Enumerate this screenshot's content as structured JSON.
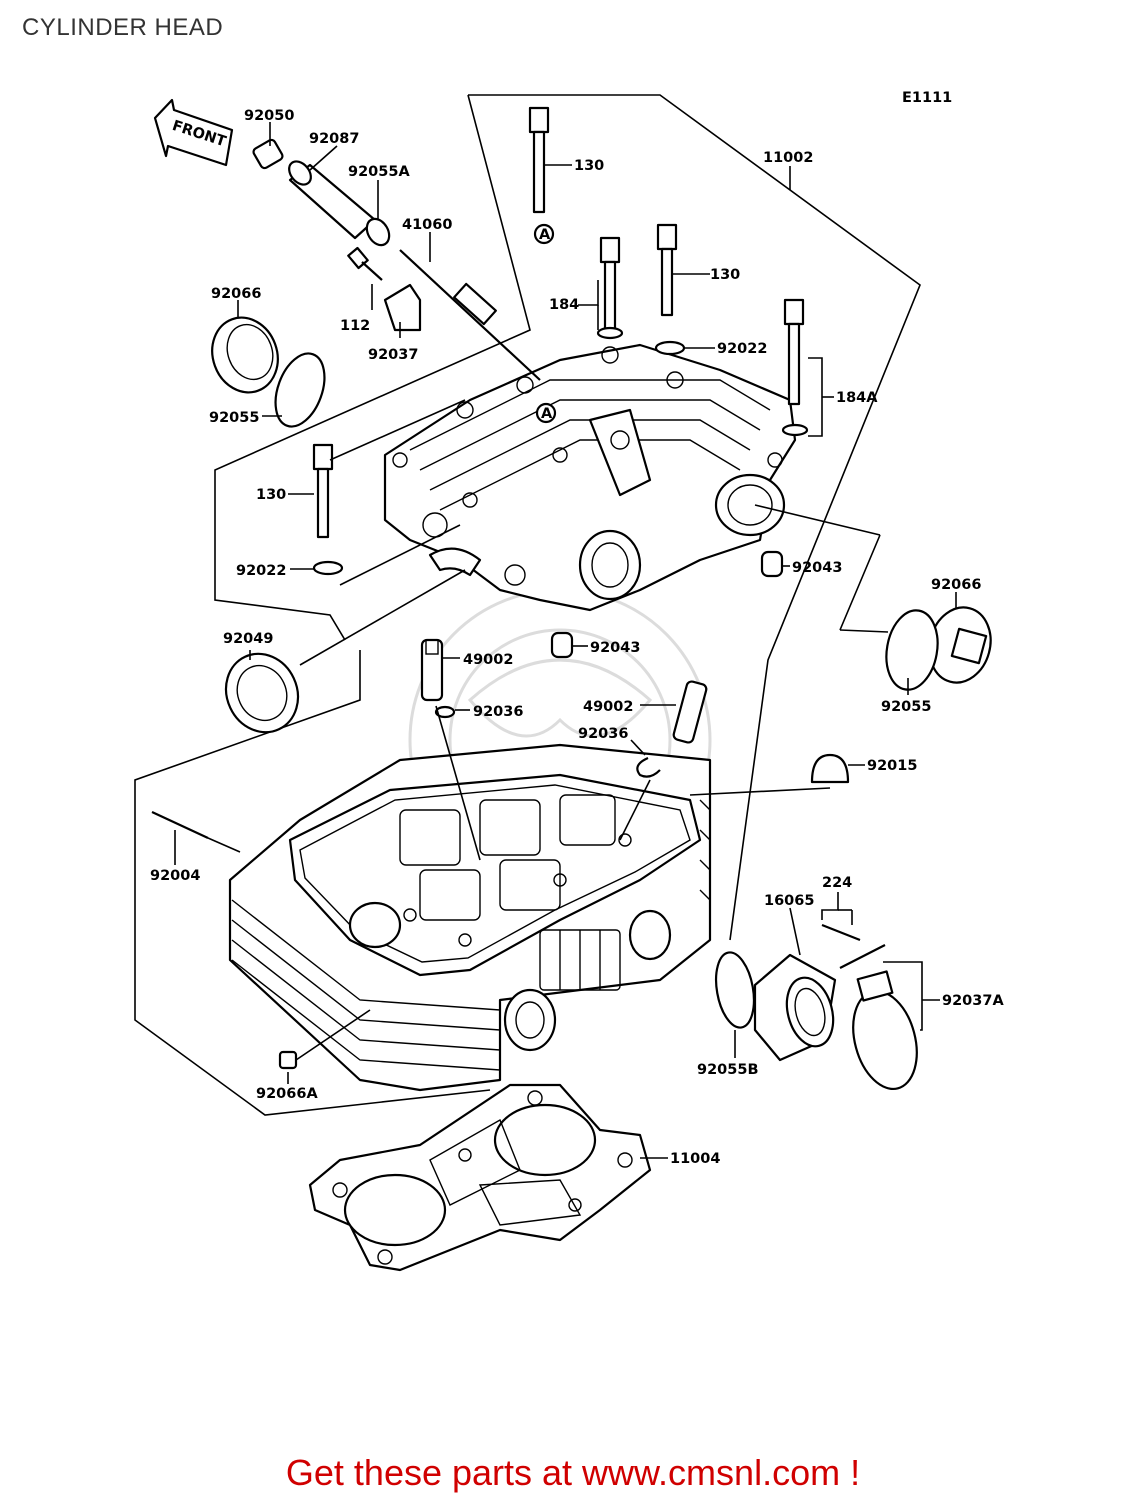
{
  "title": "CYLINDER HEAD",
  "diagram_code": "E1111",
  "front_label": "FRONT",
  "footer": "Get these parts at www.cmsnl.com !",
  "colors": {
    "footer": "#d00000",
    "title": "#333333",
    "line": "#000000"
  },
  "labels": {
    "p92050": "92050",
    "p92087": "92087",
    "p92055A": "92055A",
    "p41060": "41060",
    "p130_top": "130",
    "p11002": "11002",
    "p130_mid": "130",
    "p184": "184",
    "p92022_top": "92022",
    "p184A": "184A",
    "p92066_left": "92066",
    "p112": "112",
    "p92037": "92037",
    "p92055_left": "92055",
    "p130_left": "130",
    "p92022_left": "92022",
    "p92043_a": "92043",
    "p92066_right": "92066",
    "p92049": "92049",
    "p92043_b": "92043",
    "p49002_a": "49002",
    "p92055_right": "92055",
    "p92036_a": "92036",
    "p49002_b": "49002",
    "p92036_b": "92036",
    "p92015": "92015",
    "p92004": "92004",
    "p224": "224",
    "p16065": "16065",
    "p92037A": "92037A",
    "p92055B": "92055B",
    "p92066A": "92066A",
    "p11004": "11004",
    "ref_a1": "A",
    "ref_a2": "A"
  }
}
